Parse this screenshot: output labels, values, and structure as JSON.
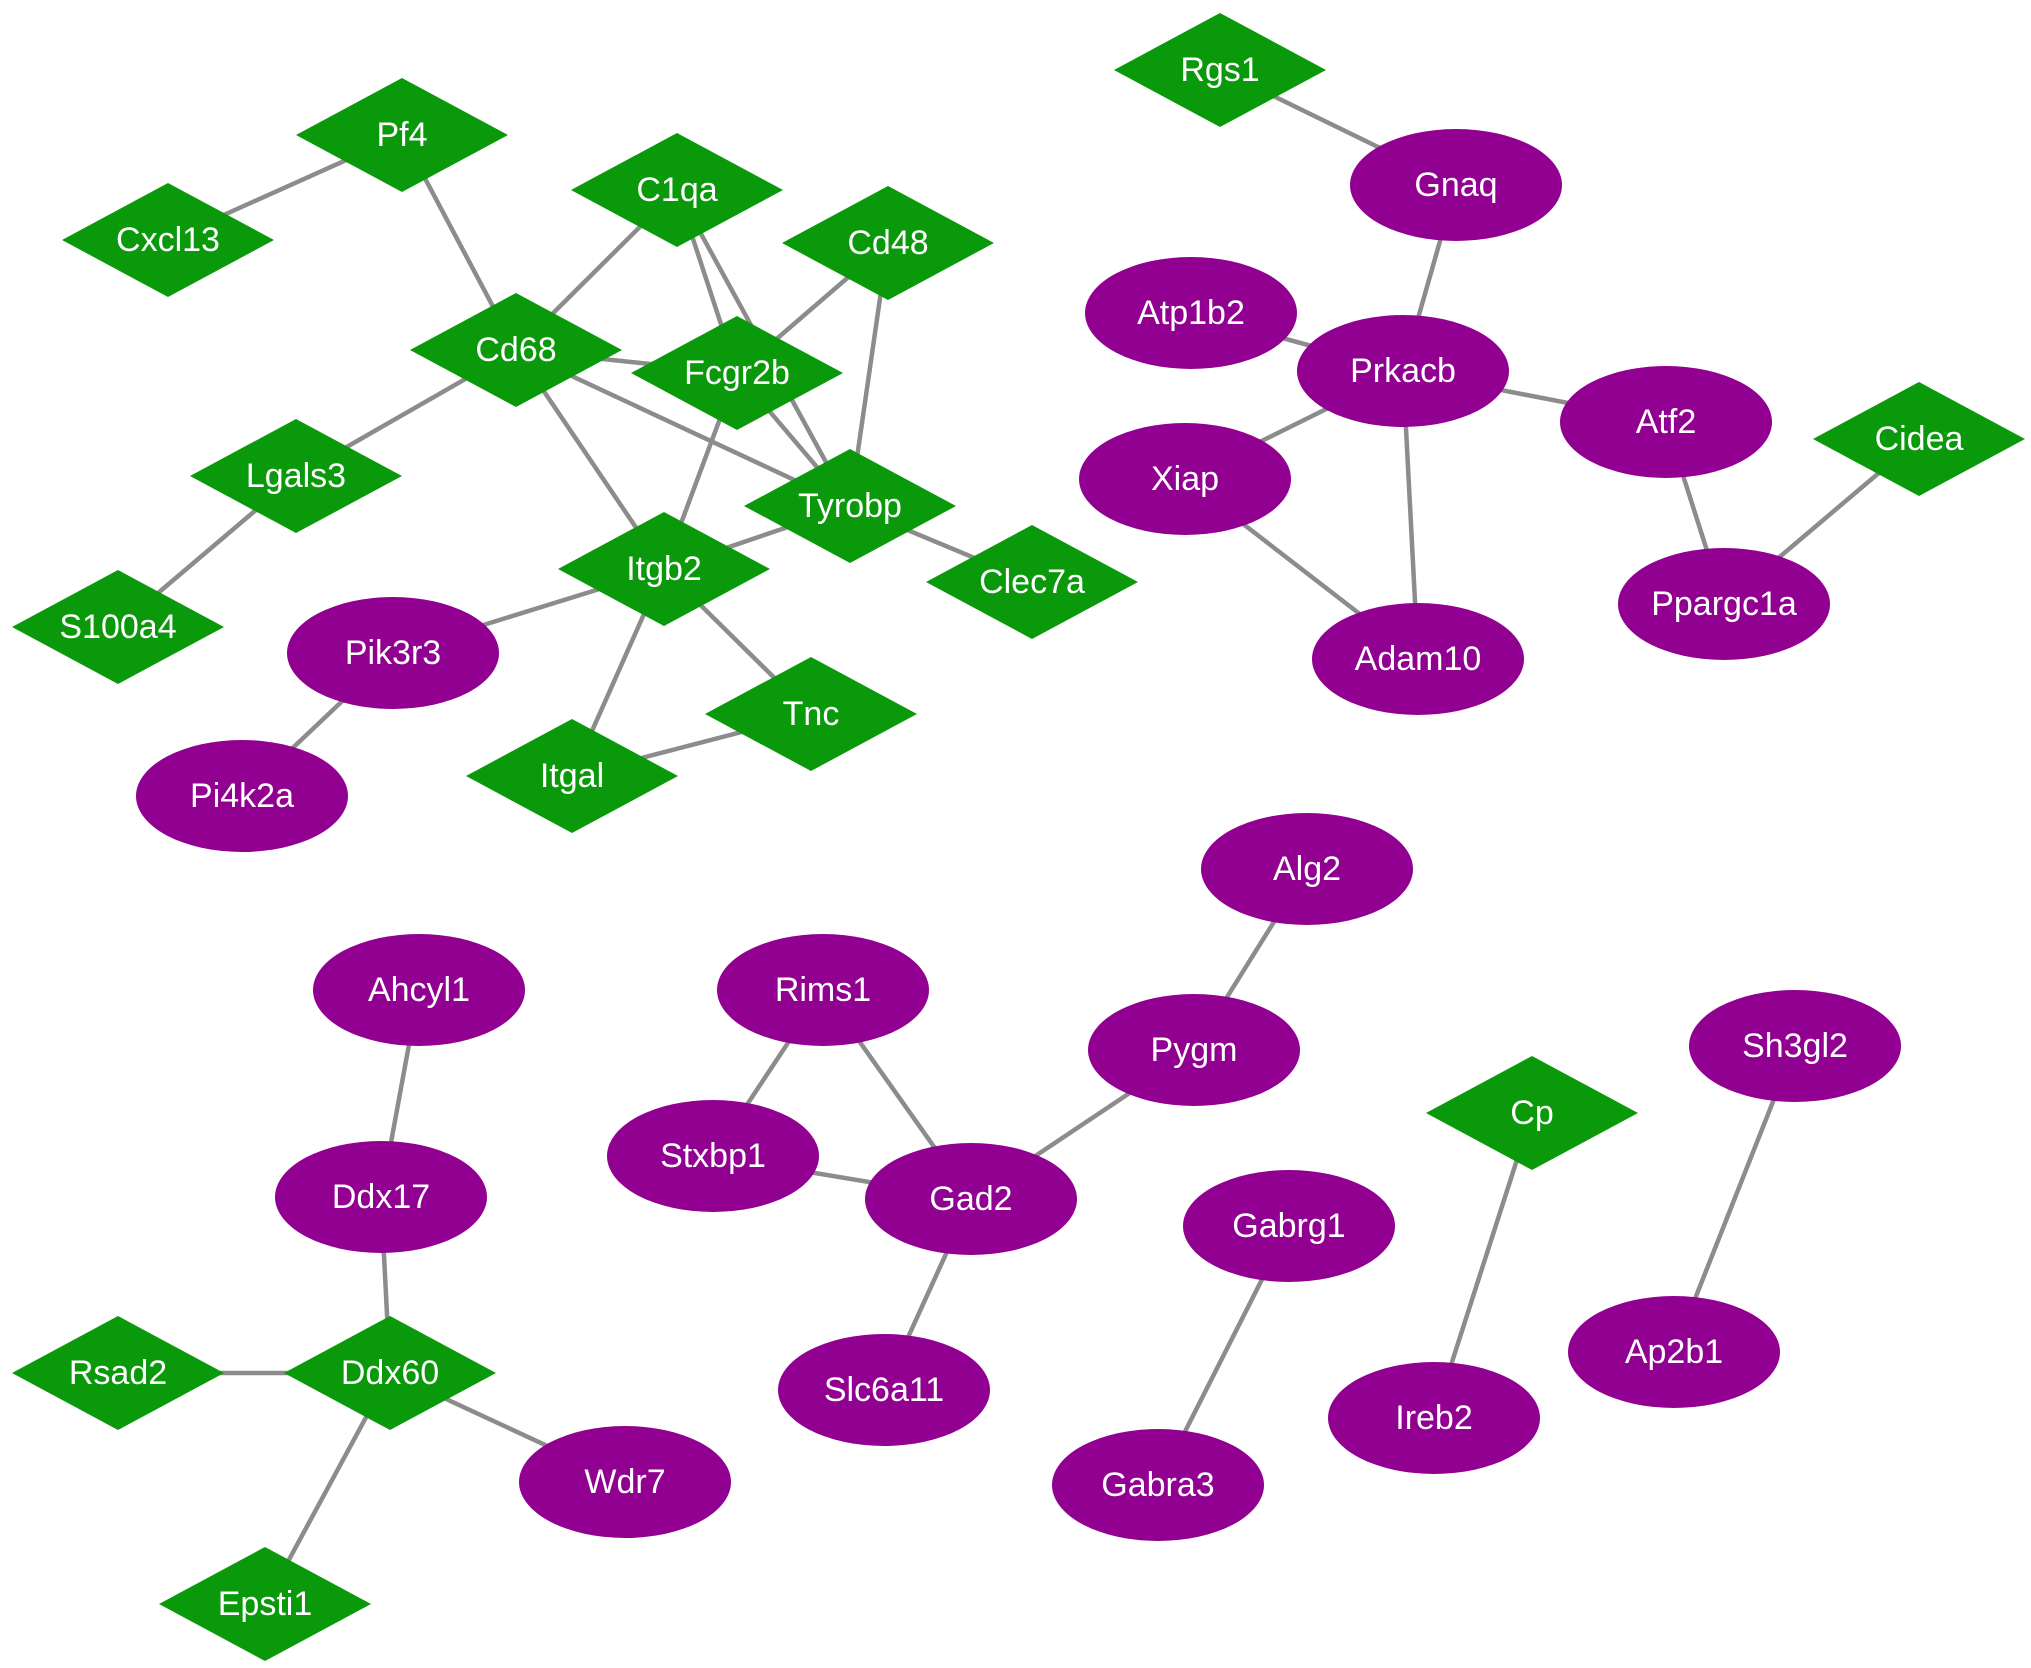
{
  "colors": {
    "diamond": "#0a990a",
    "ellipse": "#920092",
    "edge": "#8c8c8c",
    "label": "#ffffff"
  },
  "nodes": [
    {
      "id": "Rgs1",
      "label": "Rgs1",
      "shape": "diamond"
    },
    {
      "id": "Pf4",
      "label": "Pf4",
      "shape": "diamond"
    },
    {
      "id": "C1qa",
      "label": "C1qa",
      "shape": "diamond"
    },
    {
      "id": "Cd48",
      "label": "Cd48",
      "shape": "diamond"
    },
    {
      "id": "Cxcl13",
      "label": "Cxcl13",
      "shape": "diamond"
    },
    {
      "id": "Cd68",
      "label": "Cd68",
      "shape": "diamond"
    },
    {
      "id": "Fcgr2b",
      "label": "Fcgr2b",
      "shape": "diamond"
    },
    {
      "id": "Lgals3",
      "label": "Lgals3",
      "shape": "diamond"
    },
    {
      "id": "Tyrobp",
      "label": "Tyrobp",
      "shape": "diamond"
    },
    {
      "id": "Itgb2",
      "label": "Itgb2",
      "shape": "diamond"
    },
    {
      "id": "Clec7a",
      "label": "Clec7a",
      "shape": "diamond"
    },
    {
      "id": "S100a4",
      "label": "S100a4",
      "shape": "diamond"
    },
    {
      "id": "Tnc",
      "label": "Tnc",
      "shape": "diamond"
    },
    {
      "id": "Itgal",
      "label": "Itgal",
      "shape": "diamond"
    },
    {
      "id": "Cidea",
      "label": "Cidea",
      "shape": "diamond"
    },
    {
      "id": "Cp",
      "label": "Cp",
      "shape": "diamond"
    },
    {
      "id": "Rsad2",
      "label": "Rsad2",
      "shape": "diamond"
    },
    {
      "id": "Ddx60",
      "label": "Ddx60",
      "shape": "diamond"
    },
    {
      "id": "Epsti1",
      "label": "Epsti1",
      "shape": "diamond"
    },
    {
      "id": "Gnaq",
      "label": "Gnaq",
      "shape": "ellipse"
    },
    {
      "id": "Atp1b2",
      "label": "Atp1b2",
      "shape": "ellipse"
    },
    {
      "id": "Prkacb",
      "label": "Prkacb",
      "shape": "ellipse"
    },
    {
      "id": "Atf2",
      "label": "Atf2",
      "shape": "ellipse"
    },
    {
      "id": "Xiap",
      "label": "Xiap",
      "shape": "ellipse"
    },
    {
      "id": "Ppargc1a",
      "label": "Ppargc1a",
      "shape": "ellipse"
    },
    {
      "id": "Adam10",
      "label": "Adam10",
      "shape": "ellipse"
    },
    {
      "id": "Pik3r3",
      "label": "Pik3r3",
      "shape": "ellipse"
    },
    {
      "id": "Pi4k2a",
      "label": "Pi4k2a",
      "shape": "ellipse"
    },
    {
      "id": "Alg2",
      "label": "Alg2",
      "shape": "ellipse"
    },
    {
      "id": "Ahcyl1",
      "label": "Ahcyl1",
      "shape": "ellipse"
    },
    {
      "id": "Rims1",
      "label": "Rims1",
      "shape": "ellipse"
    },
    {
      "id": "Pygm",
      "label": "Pygm",
      "shape": "ellipse"
    },
    {
      "id": "Sh3gl2",
      "label": "Sh3gl2",
      "shape": "ellipse"
    },
    {
      "id": "Stxbp1",
      "label": "Stxbp1",
      "shape": "ellipse"
    },
    {
      "id": "Ddx17",
      "label": "Ddx17",
      "shape": "ellipse"
    },
    {
      "id": "Gad2",
      "label": "Gad2",
      "shape": "ellipse"
    },
    {
      "id": "Gabrg1",
      "label": "Gabrg1",
      "shape": "ellipse"
    },
    {
      "id": "Slc6a11",
      "label": "Slc6a11",
      "shape": "ellipse"
    },
    {
      "id": "Ap2b1",
      "label": "Ap2b1",
      "shape": "ellipse"
    },
    {
      "id": "Ireb2",
      "label": "Ireb2",
      "shape": "ellipse"
    },
    {
      "id": "Wdr7",
      "label": "Wdr7",
      "shape": "ellipse"
    },
    {
      "id": "Gabra3",
      "label": "Gabra3",
      "shape": "ellipse"
    }
  ],
  "edges": [
    [
      "Pf4",
      "Cxcl13"
    ],
    [
      "Pf4",
      "Cd68"
    ],
    [
      "C1qa",
      "Cd68"
    ],
    [
      "C1qa",
      "Fcgr2b"
    ],
    [
      "C1qa",
      "Tyrobp"
    ],
    [
      "Cd48",
      "Fcgr2b"
    ],
    [
      "Cd48",
      "Tyrobp"
    ],
    [
      "Cd68",
      "Fcgr2b"
    ],
    [
      "Cd68",
      "Tyrobp"
    ],
    [
      "Cd68",
      "Itgb2"
    ],
    [
      "Cd68",
      "Lgals3"
    ],
    [
      "Fcgr2b",
      "Tyrobp"
    ],
    [
      "Fcgr2b",
      "Itgb2"
    ],
    [
      "Tyrobp",
      "Itgb2"
    ],
    [
      "Tyrobp",
      "Clec7a"
    ],
    [
      "Lgals3",
      "S100a4"
    ],
    [
      "Itgb2",
      "Pik3r3"
    ],
    [
      "Itgb2",
      "Tnc"
    ],
    [
      "Itgb2",
      "Itgal"
    ],
    [
      "Tnc",
      "Itgal"
    ],
    [
      "Pik3r3",
      "Pi4k2a"
    ],
    [
      "Rgs1",
      "Gnaq"
    ],
    [
      "Gnaq",
      "Prkacb"
    ],
    [
      "Atp1b2",
      "Prkacb"
    ],
    [
      "Prkacb",
      "Atf2"
    ],
    [
      "Prkacb",
      "Xiap"
    ],
    [
      "Prkacb",
      "Adam10"
    ],
    [
      "Xiap",
      "Adam10"
    ],
    [
      "Atf2",
      "Ppargc1a"
    ],
    [
      "Ppargc1a",
      "Cidea"
    ],
    [
      "Ahcyl1",
      "Ddx17"
    ],
    [
      "Ddx17",
      "Ddx60"
    ],
    [
      "Rsad2",
      "Ddx60"
    ],
    [
      "Ddx60",
      "Wdr7"
    ],
    [
      "Ddx60",
      "Epsti1"
    ],
    [
      "Rims1",
      "Stxbp1"
    ],
    [
      "Rims1",
      "Gad2"
    ],
    [
      "Stxbp1",
      "Gad2"
    ],
    [
      "Gad2",
      "Pygm"
    ],
    [
      "Gad2",
      "Slc6a11"
    ],
    [
      "Pygm",
      "Alg2"
    ],
    [
      "Gabrg1",
      "Gabra3"
    ],
    [
      "Cp",
      "Ireb2"
    ],
    [
      "Sh3gl2",
      "Ap2b1"
    ]
  ]
}
